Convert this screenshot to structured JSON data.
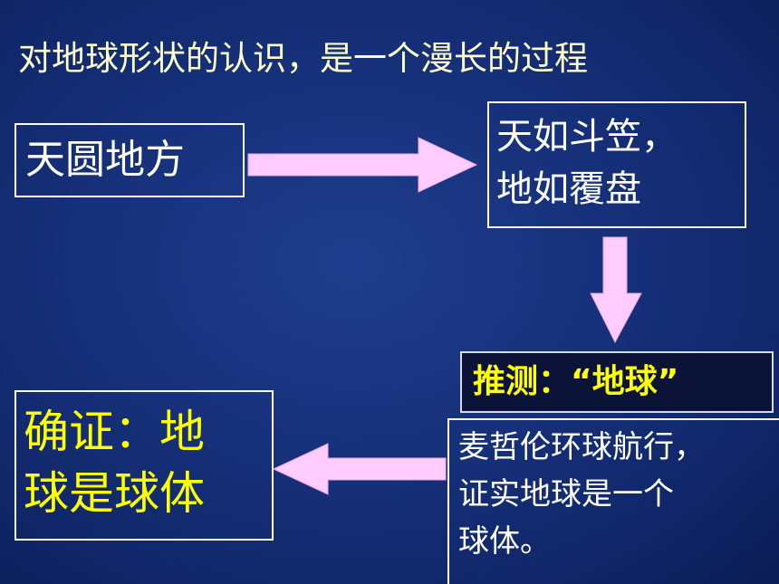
{
  "title": "对地球形状的认识，是一个漫长的过程",
  "box1": "天圆地方",
  "box2": {
    "line1": "天如斗笠，",
    "line2": "地如覆盘"
  },
  "box3": "推测：“地球”",
  "box4": {
    "line1": "麦哲伦环球航行，",
    "line2": "证实地球是一个",
    "line3": "球体。"
  },
  "box5": {
    "line1": "确证：地",
    "line2": "球是球体"
  },
  "colors": {
    "background": "#16307a",
    "arrow": "#ffccff",
    "box_text": "#ffffff",
    "highlight_text": "#ffff00",
    "title_text": "#ffffcc"
  }
}
